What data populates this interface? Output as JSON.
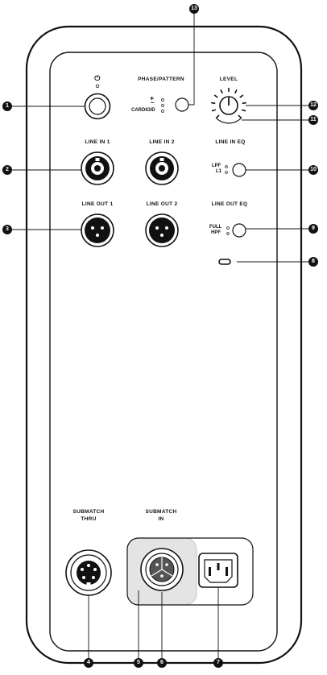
{
  "labels": {
    "power_symbol": "⏻",
    "phase_pattern": "PHASE/PATTERN",
    "phase_plus": "+",
    "phase_minus": "–",
    "cardioid": "CARDIOID",
    "level": "LEVEL",
    "line_in_1": "LINE IN 1",
    "line_in_2": "LINE IN 2",
    "line_in_eq": "LINE IN EQ",
    "lpf": "LPF",
    "l1": "L1",
    "line_out_1": "LINE OUT 1",
    "line_out_2": "LINE OUT 2",
    "line_out_eq": "LINE OUT EQ",
    "full": "FULL",
    "hpf": "HPF",
    "submatch_thru_1": "SUBMATCH",
    "submatch_thru_2": "THRU",
    "submatch_in_1": "SUBMATCH",
    "submatch_in_2": "IN"
  },
  "callouts": {
    "c1": "1",
    "c2": "2",
    "c3": "3",
    "c4": "4",
    "c5": "5",
    "c6": "6",
    "c7": "7",
    "c8": "8",
    "c9": "9",
    "c10": "10",
    "c11": "11",
    "c12": "12",
    "c13": "13"
  },
  "colors": {
    "ink": "#111111",
    "highlight": "#e4e4e4"
  }
}
